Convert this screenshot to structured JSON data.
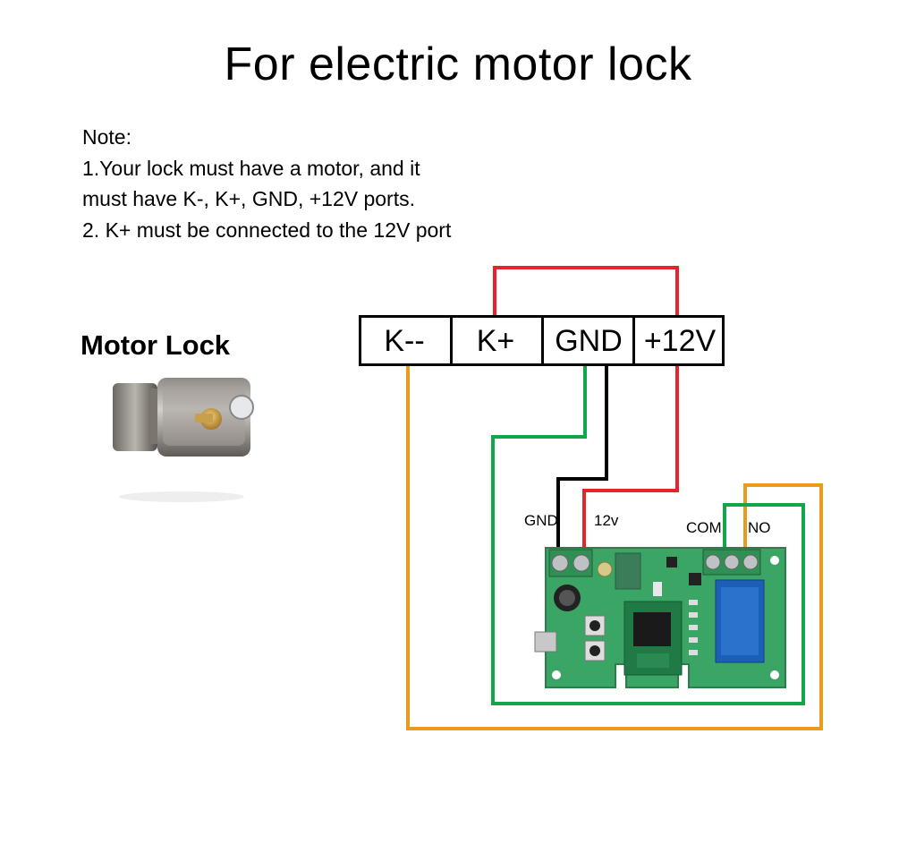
{
  "title": "For electric motor lock",
  "note": {
    "heading": "Note:",
    "line1": "1.Your lock must have a motor, and it",
    "line2": "must have K-, K+, GND, +12V ports.",
    "line3": "2. K+ must be connected to the 12V port"
  },
  "lock": {
    "label": "Motor Lock"
  },
  "terminals": [
    "K--",
    "K+",
    "GND",
    "+12V"
  ],
  "board_labels": {
    "gnd": "GND",
    "v12": "12v",
    "com": "COM",
    "no": "NO"
  },
  "colors": {
    "red": "#e5232a",
    "green": "#12a54a",
    "orange": "#e99b1c",
    "black": "#000000",
    "board": "#3aa564"
  }
}
